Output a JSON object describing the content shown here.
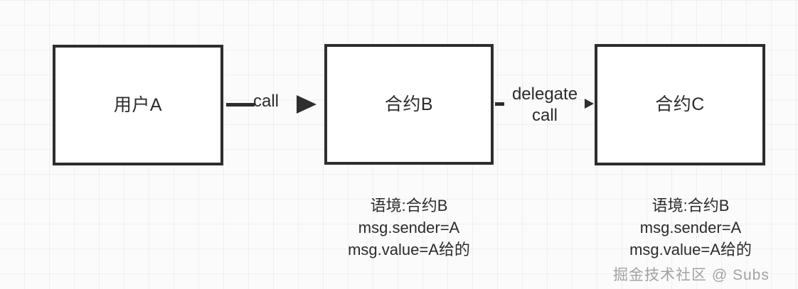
{
  "diagram": {
    "background": "#fbfbfb",
    "stroke_color": "#2e2e2e",
    "grid_size": 35,
    "nodes": [
      {
        "id": "a",
        "label": "用户A"
      },
      {
        "id": "b",
        "label": "合约B"
      },
      {
        "id": "c",
        "label": "合约C"
      }
    ],
    "edges": [
      {
        "id": "call",
        "label": "call",
        "from": "a",
        "to": "b"
      },
      {
        "id": "delegate",
        "label_line1": "delegate",
        "label_line2": "call",
        "from": "b",
        "to": "c"
      }
    ],
    "annotations": [
      {
        "id": "b",
        "line1": "语境:合约B",
        "line2": "msg.sender=A",
        "line3": "msg.value=A给的"
      },
      {
        "id": "c",
        "line1": "语境:合约B",
        "line2": "msg.sender=A",
        "line3": "msg.value=A给的"
      }
    ],
    "watermark": "掘金技术社区 @ Subs"
  }
}
